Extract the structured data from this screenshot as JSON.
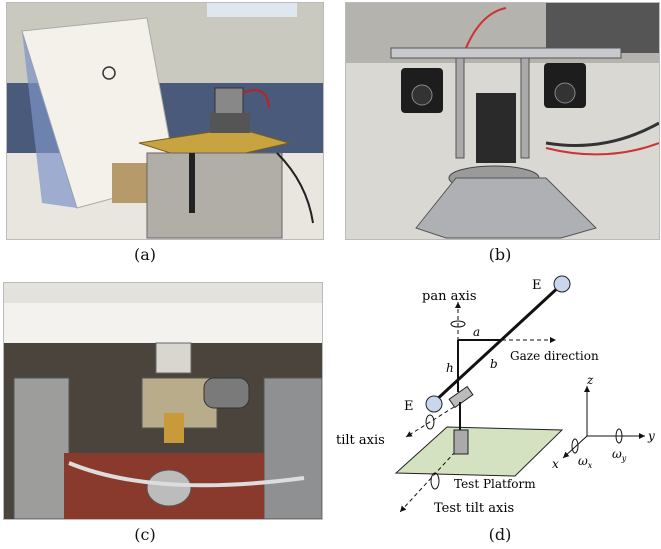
{
  "panels": [
    {
      "id": "a",
      "caption": "(a)"
    },
    {
      "id": "b",
      "caption": "(b)"
    },
    {
      "id": "c",
      "caption": "(c)"
    },
    {
      "id": "d",
      "caption": "(d)"
    }
  ],
  "diagram": {
    "pan_axis": "pan axis",
    "tilt_axis": "tilt axis",
    "test_tilt_axis": "Test tilt axis",
    "test_platform": "Test Platform",
    "gaze_direction": "Gaze direction",
    "eye_top": "E",
    "eye_left": "E",
    "label_a": "a",
    "label_b": "b",
    "label_h": "h",
    "axis_z": "z",
    "axis_x": "x",
    "axis_y": "y",
    "omega_x": "ω",
    "omega_x_sub": "x",
    "omega_y": "ω",
    "omega_y_sub": "y"
  }
}
